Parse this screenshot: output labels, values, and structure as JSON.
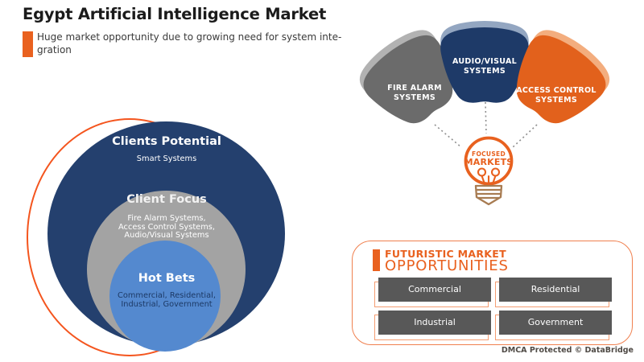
{
  "header": {
    "title": "Egypt Artificial Intelligence Market",
    "subtitle_line1": "Huge market opportunity due to growing need for system inte-",
    "subtitle_line2": "gration"
  },
  "venn": {
    "outer_title": "Clients Potential",
    "outer_subtitle": "Smart Systems",
    "middle_title": "Client Focus",
    "middle_lines": [
      "Fire Alarm Systems,",
      "Access Control Systems,",
      "Audio/Visual Systems"
    ],
    "inner_title": "Hot Bets",
    "inner_lines": [
      "Commercial, Residential,",
      "Industrial, Government"
    ]
  },
  "focus_diagram": {
    "petals": [
      {
        "line1": "FIRE ALARM",
        "line2": "SYSTEMS",
        "color": "#6b6b6b",
        "shadow_color": "#b2b2b2"
      },
      {
        "line1": "AUDIO/VISUAL",
        "line2": "SYSTEMS",
        "color": "#1e3a68",
        "shadow_color": "#93a6c1"
      },
      {
        "line1": "ACCESS CONTROL",
        "line2": "SYSTEMS",
        "color": "#e2611c",
        "shadow_color": "#f3ad7e"
      }
    ],
    "bulb_line1": "FOCUSED",
    "bulb_line2": "MARKETS"
  },
  "opportunities": {
    "title_line1": "FUTURISTIC MARKET",
    "title_line2": "OPPORTUNITIES",
    "items": [
      "Commercial",
      "Residential",
      "Industrial",
      "Government"
    ]
  },
  "footer": {
    "dmca": "DMCA Protected © DataBridge"
  },
  "colors": {
    "accent_orange": "#e9611f",
    "ring_orange": "#f4551e",
    "outline_orange": "#f0804f",
    "navy": "#24406e",
    "mid_gray": "#a3a3a3",
    "steel_blue": "#5489cf",
    "button_gray": "#585858"
  }
}
